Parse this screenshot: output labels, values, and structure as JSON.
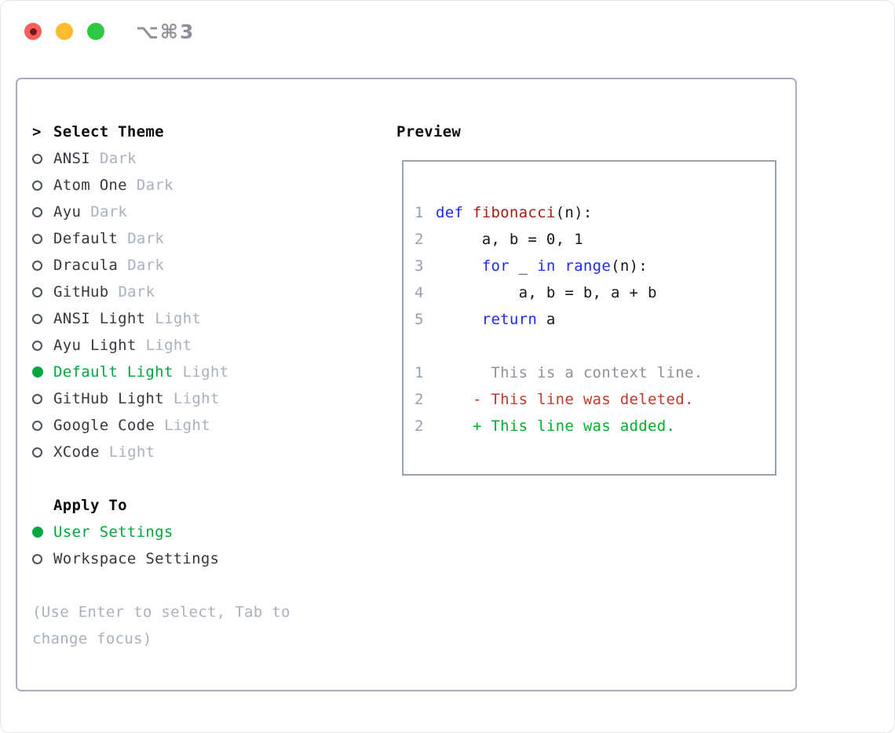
{
  "window": {
    "title": "⌥⌘3",
    "traffic_lights": [
      {
        "name": "close-button",
        "color": "red"
      },
      {
        "name": "minimize-button",
        "color": "yellow"
      },
      {
        "name": "zoom-button",
        "color": "green"
      }
    ]
  },
  "theme_panel": {
    "header": {
      "prefix": ">",
      "label": "Select Theme"
    },
    "items": [
      {
        "label": "ANSI",
        "tag": "Dark",
        "selected": false
      },
      {
        "label": "Atom One",
        "tag": "Dark",
        "selected": false
      },
      {
        "label": "Ayu",
        "tag": "Dark",
        "selected": false
      },
      {
        "label": "Default",
        "tag": "Dark",
        "selected": false
      },
      {
        "label": "Dracula",
        "tag": "Dark",
        "selected": false
      },
      {
        "label": "GitHub",
        "tag": "Dark",
        "selected": false
      },
      {
        "label": "ANSI Light",
        "tag": "Light",
        "selected": false
      },
      {
        "label": "Ayu Light",
        "tag": "Light",
        "selected": false
      },
      {
        "label": "Default Light",
        "tag": "Light",
        "selected": true
      },
      {
        "label": "GitHub Light",
        "tag": "Light",
        "selected": false
      },
      {
        "label": "Google Code",
        "tag": "Light",
        "selected": false
      },
      {
        "label": "XCode",
        "tag": "Light",
        "selected": false
      }
    ],
    "apply_to": {
      "header": "Apply To",
      "options": [
        {
          "label": "User Settings",
          "selected": true
        },
        {
          "label": "Workspace Settings",
          "selected": false
        }
      ]
    },
    "help_text": "(Use Enter to select, Tab to\nchange focus)"
  },
  "preview": {
    "title": "Preview",
    "code_lines": [
      {
        "num": "1",
        "tokens": [
          {
            "t": "def",
            "c": "keyword"
          },
          {
            "t": " ",
            "c": "plain"
          },
          {
            "t": "fibonacci",
            "c": "function"
          },
          {
            "t": "(n):",
            "c": "plain"
          }
        ]
      },
      {
        "num": "2",
        "tokens": [
          {
            "t": "     a, b = 0, 1",
            "c": "plain"
          }
        ]
      },
      {
        "num": "3",
        "tokens": [
          {
            "t": "     ",
            "c": "plain"
          },
          {
            "t": "for",
            "c": "keyword"
          },
          {
            "t": " _ ",
            "c": "plain"
          },
          {
            "t": "in",
            "c": "keyword"
          },
          {
            "t": " ",
            "c": "plain"
          },
          {
            "t": "range",
            "c": "keyword"
          },
          {
            "t": "(n):",
            "c": "plain"
          }
        ]
      },
      {
        "num": "4",
        "tokens": [
          {
            "t": "         a, b = b, a + b",
            "c": "plain"
          }
        ]
      },
      {
        "num": "5",
        "tokens": [
          {
            "t": "     ",
            "c": "plain"
          },
          {
            "t": "return",
            "c": "keyword"
          },
          {
            "t": " a",
            "c": "plain"
          }
        ]
      }
    ],
    "diff_lines": [
      {
        "num": "1",
        "text": "      This is a context line.",
        "kind": "context"
      },
      {
        "num": "2",
        "text": "    - This line was deleted.",
        "kind": "deleted"
      },
      {
        "num": "2",
        "text": "    + This line was added.",
        "kind": "added"
      }
    ]
  },
  "colors": {
    "accent_green": "#00a73e",
    "keyword_blue": "#1b2cf0",
    "function_red": "#a61b14",
    "deleted_red": "#c13a28",
    "added_green": "#00b02c",
    "context_gray": "#8b929a",
    "muted_gray": "#a8b1bd",
    "line_number_gray": "#96a0ae",
    "title_gray": "#8e9096",
    "traffic_red": "#f6605a",
    "traffic_red_dot": "#76151a",
    "traffic_yellow": "#fdbc2f",
    "traffic_green": "#2fc845"
  }
}
